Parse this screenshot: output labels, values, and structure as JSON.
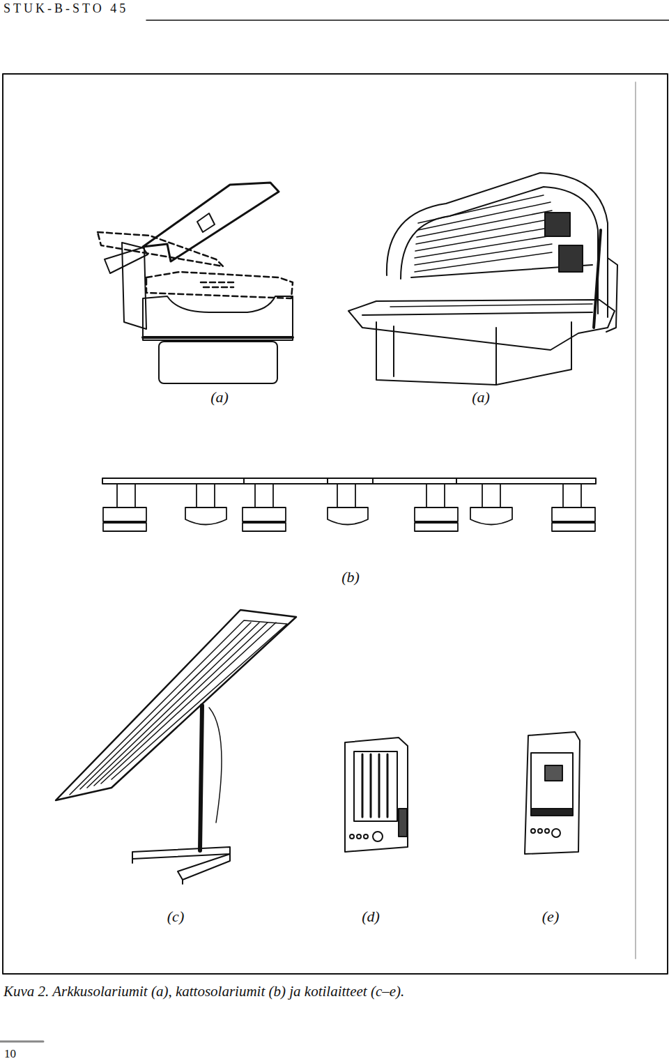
{
  "diagram": {
    "caption": "Kuva 2. Arkkusolariumit (a), kattosolariumit (b) ja kotilaitteet (c–e).",
    "labels": [
      "STUK-B-STO 45",
      "(a)",
      "(a)",
      "(b)",
      "(c)",
      "(d)",
      "(e)",
      "10"
    ]
  }
}
